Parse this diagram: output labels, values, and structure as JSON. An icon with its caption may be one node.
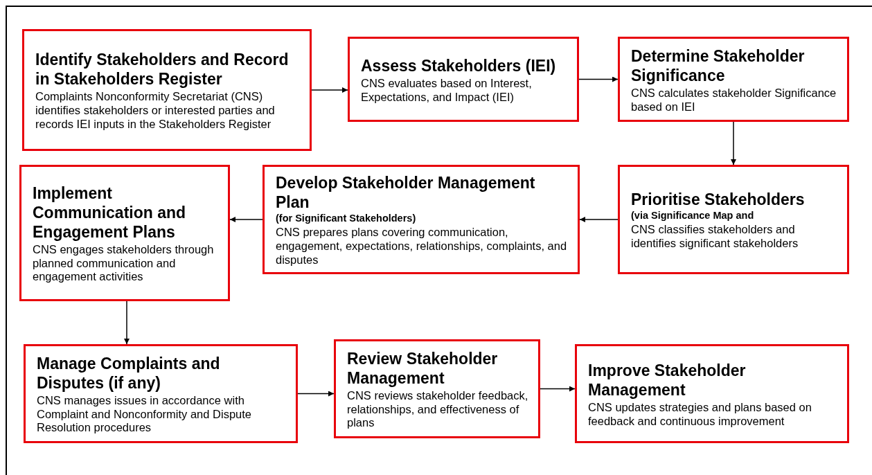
{
  "diagram": {
    "nodes": [
      {
        "text": [
          "Identify Stakeholders and Record in Stakeholders Register",
          "Complaints Nonconformity Secretariat (CNS) identifies stakeholders or interested parties and records IEI inputs in the Stakeholders Register"
        ]
      },
      {
        "text": [
          "Assess Stakeholders (IEI)",
          "CNS evaluates based on Interest, Expectations, and Impact (IEI)"
        ]
      },
      {
        "text": [
          "Determine Stakeholder Significance",
          "CNS calculates stakeholder Significance based on IEI"
        ]
      },
      {
        "text": [
          "Prioritise Stakeholders",
          "(via Significance Map and",
          "CNS classifies stakeholders and identifies significant stakeholders"
        ]
      },
      {
        "text": [
          "Develop Stakeholder Management Plan",
          "(for Significant Stakeholders)",
          "CNS prepares plans covering communication, engagement, expectations, relationships, complaints, and disputes"
        ]
      },
      {
        "text": [
          "Implement Communication and Engagement Plans",
          "CNS engages stakeholders through planned communication and engagement activities"
        ]
      },
      {
        "text": [
          "Manage Complaints and Disputes (if any)",
          "CNS manages issues in accordance with Complaint and Nonconformity and Dispute Resolution procedures"
        ]
      },
      {
        "text": [
          "Review Stakeholder Management",
          "CNS reviews stakeholder feedback, relationships, and effectiveness of plans"
        ]
      },
      {
        "text": [
          "Improve Stakeholder Management",
          "CNS updates strategies and plans based on feedback and continuous improvement"
        ]
      }
    ],
    "edges": [
      {
        "from": 0,
        "to": 1,
        "arrow": "to"
      },
      {
        "from": 1,
        "to": 2,
        "arrow": "to"
      },
      {
        "from": 2,
        "to": 3,
        "arrow": "to"
      },
      {
        "from": 3,
        "to": 4,
        "arrow": "to"
      },
      {
        "from": 4,
        "to": 5,
        "arrow": "to"
      },
      {
        "from": 5,
        "to": 6,
        "arrow": "to"
      },
      {
        "from": 6,
        "to": 7,
        "arrow": "to"
      },
      {
        "from": 7,
        "to": 8,
        "arrow": "to"
      }
    ]
  }
}
